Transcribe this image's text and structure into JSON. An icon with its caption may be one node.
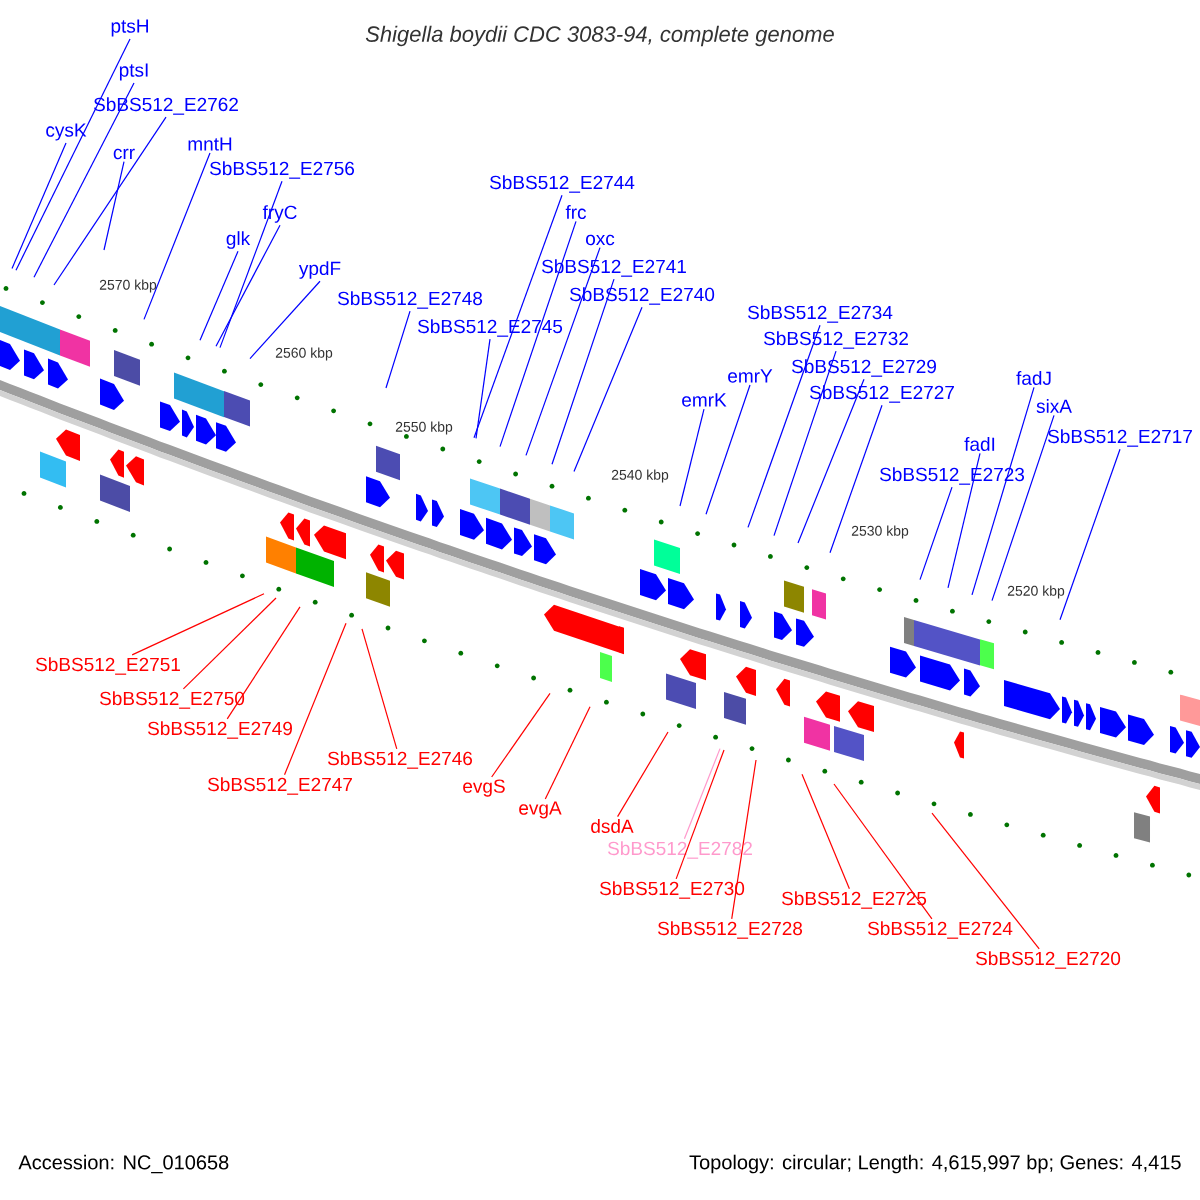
{
  "diagram": {
    "title": "Shigella boydii CDC 3083-94, complete genome",
    "nodes": [
      {
        "text": [
          "ptsH"
        ]
      },
      {
        "text": [
          "ptsI"
        ]
      },
      {
        "text": [
          "SbBS512_E2762"
        ]
      },
      {
        "text": [
          "cysK"
        ]
      },
      {
        "text": [
          "crr"
        ]
      },
      {
        "text": [
          "mntH"
        ]
      },
      {
        "text": [
          "SbBS512_E2756"
        ]
      },
      {
        "text": [
          "fryC"
        ]
      },
      {
        "text": [
          "glk"
        ]
      },
      {
        "text": [
          "ypdF"
        ]
      },
      {
        "text": [
          "SbBS512_E2748"
        ]
      },
      {
        "text": [
          "SbBS512_E2745"
        ]
      },
      {
        "text": [
          "SbBS512_E2744"
        ]
      },
      {
        "text": [
          "frc"
        ]
      },
      {
        "text": [
          "oxc"
        ]
      },
      {
        "text": [
          "SbBS512_E2741"
        ]
      },
      {
        "text": [
          "SbBS512_E2740"
        ]
      },
      {
        "text": [
          "SbBS512_E2734"
        ]
      },
      {
        "text": [
          "SbBS512_E2732"
        ]
      },
      {
        "text": [
          "SbBS512_E2729"
        ]
      },
      {
        "text": [
          "SbBS512_E2727"
        ]
      },
      {
        "text": [
          "emrY"
        ]
      },
      {
        "text": [
          "emrK"
        ]
      },
      {
        "text": [
          "fadJ"
        ]
      },
      {
        "text": [
          "sixA"
        ]
      },
      {
        "text": [
          "SbBS512_E2717"
        ]
      },
      {
        "text": [
          "fadI"
        ]
      },
      {
        "text": [
          "SbBS512_E2723"
        ]
      },
      {
        "text": [
          "SbBS512_E2751"
        ]
      },
      {
        "text": [
          "SbBS512_E2750"
        ]
      },
      {
        "text": [
          "SbBS512_E2749"
        ]
      },
      {
        "text": [
          "SbBS512_E2747"
        ]
      },
      {
        "text": [
          "SbBS512_E2746"
        ]
      },
      {
        "text": [
          "evgS"
        ]
      },
      {
        "text": [
          "evgA"
        ]
      },
      {
        "text": [
          "dsdA"
        ]
      },
      {
        "text": [
          "SbBS512_E2782"
        ]
      },
      {
        "text": [
          "SbBS512_E2730"
        ]
      },
      {
        "text": [
          "SbBS512_E2728"
        ]
      },
      {
        "text": [
          "SbBS512_E2725"
        ]
      },
      {
        "text": [
          "SbBS512_E2724"
        ]
      },
      {
        "text": [
          "SbBS512_E2720"
        ]
      }
    ],
    "edges": [
      {
        "from": 0,
        "to": null,
        "arrow": "none"
      },
      {
        "from": 1,
        "to": null,
        "arrow": "none"
      },
      {
        "from": 2,
        "to": null,
        "arrow": "none"
      },
      {
        "from": 3,
        "to": null,
        "arrow": "none"
      },
      {
        "from": 4,
        "to": null,
        "arrow": "none"
      },
      {
        "from": 5,
        "to": null,
        "arrow": "none"
      },
      {
        "from": 6,
        "to": null,
        "arrow": "none"
      },
      {
        "from": 7,
        "to": null,
        "arrow": "none"
      },
      {
        "from": 8,
        "to": null,
        "arrow": "none"
      },
      {
        "from": 9,
        "to": null,
        "arrow": "none"
      },
      {
        "from": 10,
        "to": null,
        "arrow": "none"
      },
      {
        "from": 11,
        "to": null,
        "arrow": "none"
      },
      {
        "from": 12,
        "to": null,
        "arrow": "none"
      },
      {
        "from": 13,
        "to": null,
        "arrow": "none"
      },
      {
        "from": 14,
        "to": null,
        "arrow": "none"
      },
      {
        "from": 15,
        "to": null,
        "arrow": "none"
      },
      {
        "from": 16,
        "to": null,
        "arrow": "none"
      },
      {
        "from": 17,
        "to": null,
        "arrow": "none"
      },
      {
        "from": 18,
        "to": null,
        "arrow": "none"
      },
      {
        "from": 19,
        "to": null,
        "arrow": "none"
      },
      {
        "from": 20,
        "to": null,
        "arrow": "none"
      },
      {
        "from": 21,
        "to": null,
        "arrow": "none"
      },
      {
        "from": 22,
        "to": null,
        "arrow": "none"
      },
      {
        "from": 23,
        "to": null,
        "arrow": "none"
      },
      {
        "from": 24,
        "to": null,
        "arrow": "none"
      },
      {
        "from": 25,
        "to": null,
        "arrow": "none"
      },
      {
        "from": 26,
        "to": null,
        "arrow": "none"
      },
      {
        "from": 27,
        "to": null,
        "arrow": "none"
      },
      {
        "from": 28,
        "to": null,
        "arrow": "none",
        "color": "#ff0000"
      },
      {
        "from": 29,
        "to": null,
        "arrow": "none",
        "color": "#ff0000"
      },
      {
        "from": 30,
        "to": null,
        "arrow": "none",
        "color": "#ff0000"
      },
      {
        "from": 31,
        "to": null,
        "arrow": "none",
        "color": "#ff0000"
      },
      {
        "from": 32,
        "to": null,
        "arrow": "none",
        "color": "#ff0000"
      },
      {
        "from": 33,
        "to": null,
        "arrow": "none",
        "color": "#ff0000"
      },
      {
        "from": 34,
        "to": null,
        "arrow": "none",
        "color": "#ff0000"
      },
      {
        "from": 35,
        "to": null,
        "arrow": "none",
        "color": "#ff0000"
      },
      {
        "from": 36,
        "to": null,
        "arrow": "none",
        "color": "#ff99cc"
      },
      {
        "from": 37,
        "to": null,
        "arrow": "none",
        "color": "#ff0000"
      },
      {
        "from": 38,
        "to": null,
        "arrow": "none",
        "color": "#ff0000"
      },
      {
        "from": 39,
        "to": null,
        "arrow": "none",
        "color": "#ff0000"
      },
      {
        "from": 40,
        "to": null,
        "arrow": "none",
        "color": "#ff0000"
      },
      {
        "from": 41,
        "to": null,
        "arrow": "none",
        "color": "#ff0000"
      }
    ],
    "labels": [
      "2570 kbp",
      "2560 kbp",
      "2550 kbp",
      "2540 kbp",
      "2530 kbp",
      "2520 kbp",
      "Accession: NC_010658",
      "Topology: circular; Length: 4,615,997 bp; Genes: 4,415"
    ]
  }
}
